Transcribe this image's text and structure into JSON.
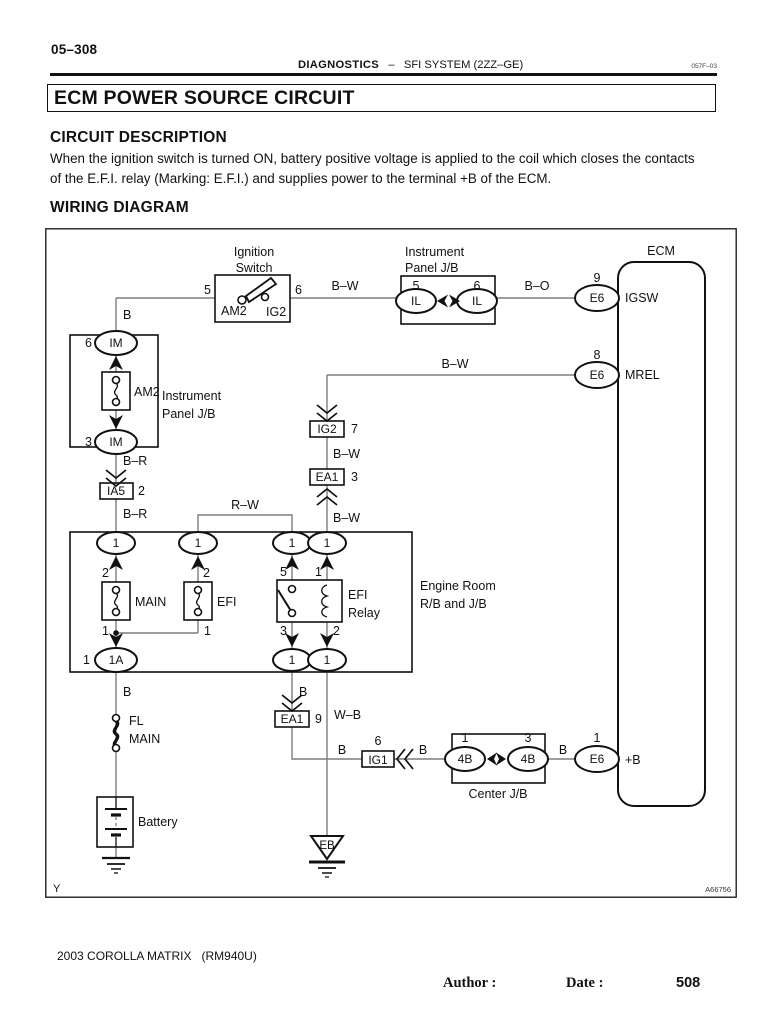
{
  "colors": {
    "ink": "#111111",
    "wire": "#7d7d7d",
    "paper": "#ffffff"
  },
  "header": {
    "code": "05–308",
    "section": "DIAGNOSTICS",
    "dash": "–",
    "system": "SFI SYSTEM (2ZZ–GE)",
    "doc_code": "057F–03"
  },
  "title": "ECM POWER SOURCE CIRCUIT",
  "description": {
    "heading": "CIRCUIT DESCRIPTION",
    "line1": "When the ignition switch is turned ON, battery positive voltage is applied to the coil which closes the contacts",
    "line2": "of the E.F.I. relay (Marking: E.F.I.) and supplies power to the terminal +B of the ECM."
  },
  "wiring_heading": "WIRING DIAGRAM",
  "diagram": {
    "ignition_switch": {
      "line1": "Ignition",
      "line2": "Switch",
      "pin5": "5",
      "pin6": "6",
      "am2": "AM2",
      "ig2": "IG2"
    },
    "ipjb_top": {
      "line1": "Instrument",
      "line2": "Panel J/B",
      "pin5": "5",
      "pin6": "6",
      "il_left": "IL",
      "il_right": "IL"
    },
    "ecm": {
      "title": "ECM",
      "igsw_pin": "9",
      "igsw_conn": "E6",
      "igsw": "IGSW",
      "mrel_pin": "8",
      "mrel_conn": "E6",
      "mrel": "MREL",
      "plusb_pin": "1",
      "plusb_conn": "E6",
      "plusb": "+B"
    },
    "wires": {
      "bw1": "B–W",
      "bo": "B–O",
      "b_left": "B",
      "bw_mrel": "B–W",
      "br1": "B–R",
      "br2": "B–R",
      "rw": "R–W",
      "bw_ig2": "B–W",
      "bw_ea1": "B–W",
      "b_1a": "B",
      "b_relay": "B",
      "wb": "W–B",
      "b_ig1": "B",
      "b_cjb": "B",
      "b_e6": "B"
    },
    "ipjb_left": {
      "pin6": "6",
      "im_top": "IM",
      "fuse": "AM2",
      "line1": "Instrument",
      "line2": "Panel J/B",
      "pin3": "3",
      "im_bottom": "IM"
    },
    "ia5": {
      "label": "IA5",
      "pin": "2"
    },
    "ig2_conn": {
      "label": "IG2",
      "pin": "7"
    },
    "ea1_top": {
      "label": "EA1",
      "pin": "3"
    },
    "engine_room": {
      "line1": "Engine Room",
      "line2": "R/B and J/B",
      "oval1": "1",
      "oval2": "1",
      "oval3": "1",
      "oval4": "1",
      "main_pin2": "2",
      "main_pin1": "1",
      "main": "MAIN",
      "efi_pin2": "2",
      "efi_pin1": "1",
      "efi": "EFI",
      "relay_pin5": "5",
      "relay_pin1": "1",
      "relay_pin3": "3",
      "relay_pin2": "2",
      "relay_line1": "EFI",
      "relay_line2": "Relay",
      "oval_1a_pin": "1",
      "oval_1a": "1A",
      "oval_b3": "1",
      "oval_b4": "1"
    },
    "fl": {
      "line1": "FL",
      "line2": "MAIN"
    },
    "battery": {
      "label": "Battery"
    },
    "ea1_bottom": {
      "label": "EA1",
      "pin": "9"
    },
    "ig1": {
      "label": "IG1",
      "pin": "6"
    },
    "center_jb": {
      "label": "Center J/B",
      "pin1": "1",
      "left": "4B",
      "pin3": "3",
      "right": "4B"
    },
    "eb": {
      "label": "EB"
    },
    "notes": {
      "y": "Y",
      "fig": "A66756"
    }
  },
  "footer": {
    "model": "2003 COROLLA MATRIX   (RM940U)",
    "author_label": "Author :",
    "date_label": "Date :",
    "page_number": "508"
  }
}
